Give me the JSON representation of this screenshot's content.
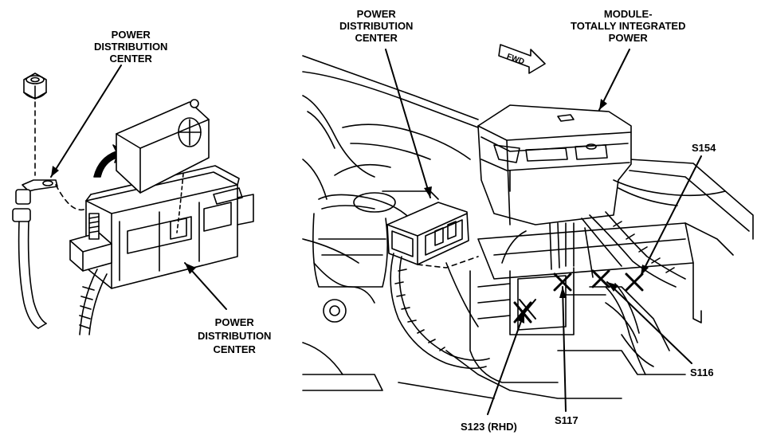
{
  "labels": {
    "pdc_left_top": [
      "POWER",
      "DISTRIBUTION",
      "CENTER"
    ],
    "pdc_left_bottom": [
      "POWER",
      "DISTRIBUTION",
      "CENTER"
    ],
    "pdc_right": [
      "POWER",
      "DISTRIBUTION",
      "CENTER"
    ],
    "tipm": [
      "MODULE-",
      "TOTALLY INTEGRATED",
      "POWER"
    ],
    "s154": "S154",
    "s116": "S116",
    "s117": "S117",
    "s123": "S123 (RHD)",
    "fwd": "FWD"
  },
  "colors": {
    "line": "#000000",
    "background": "#ffffff"
  }
}
